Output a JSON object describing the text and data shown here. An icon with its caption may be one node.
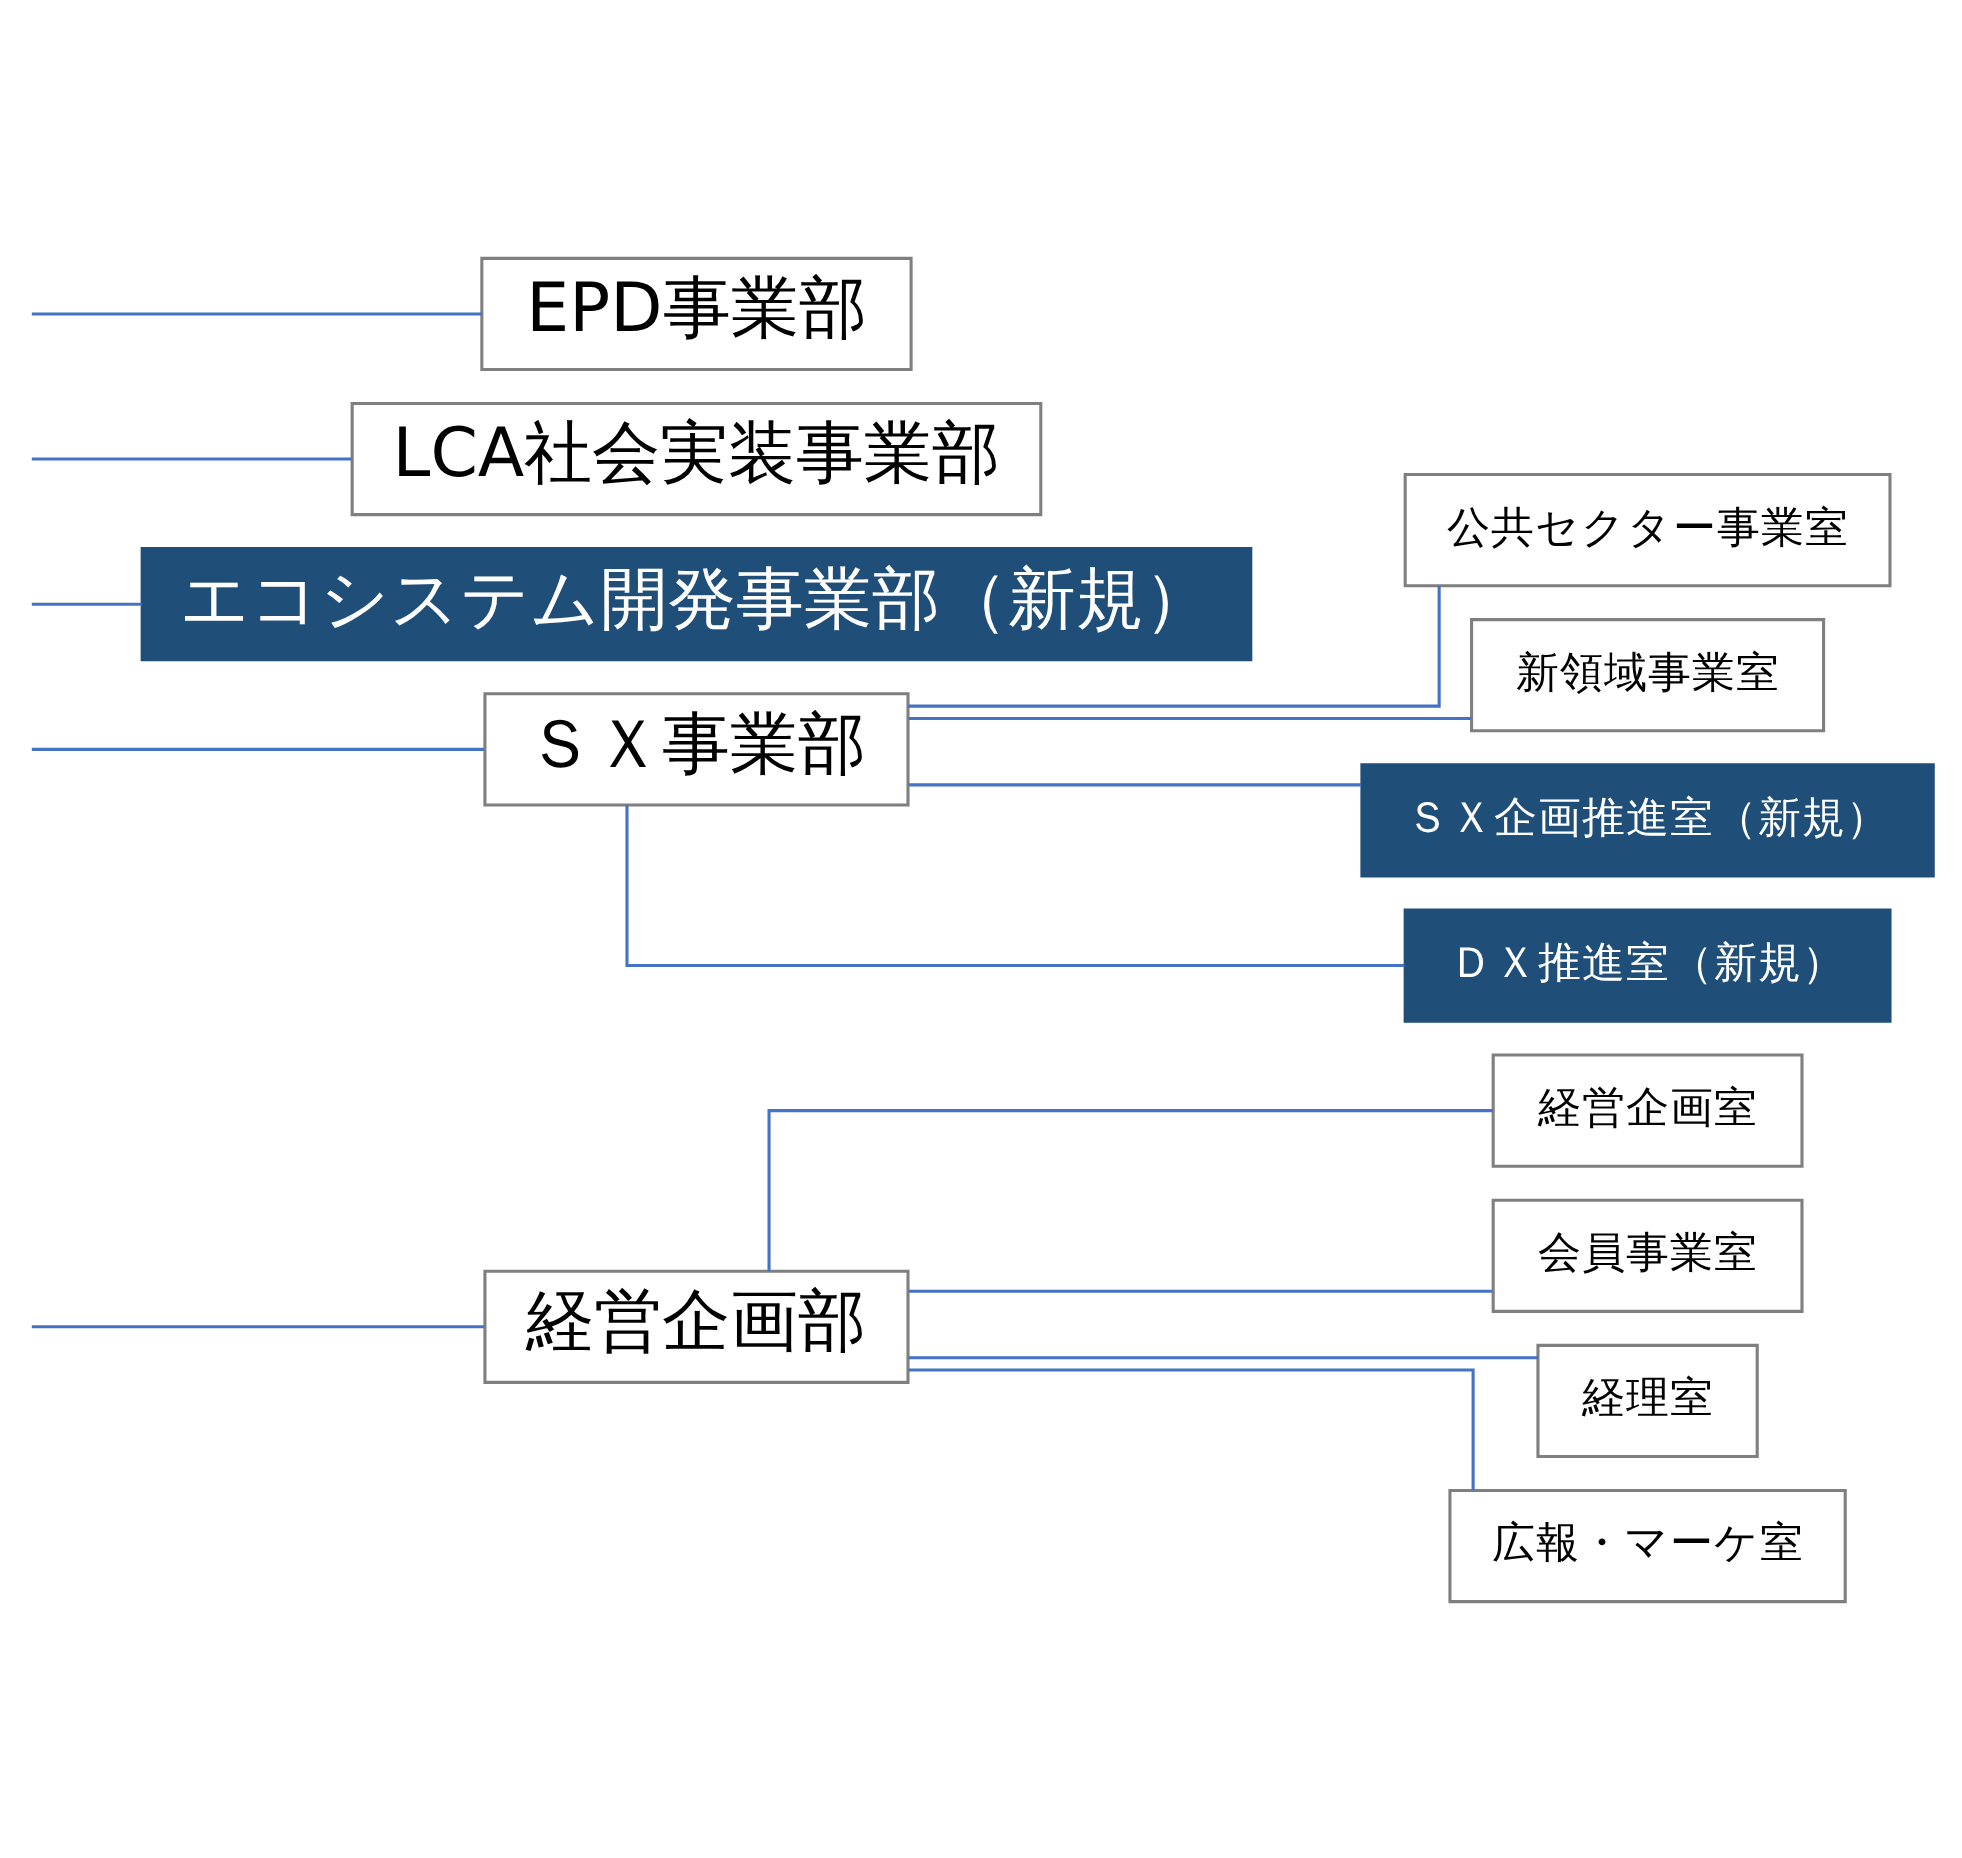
{
  "diagram": {
    "nodes": [
      {
        "text": [
          "経営企画部"
        ]
      },
      {
        "text": [
          "経営企画室"
        ]
      },
      {
        "text": [
          "会員事業室"
        ]
      },
      {
        "text": [
          "経理室"
        ]
      },
      {
        "text": [
          "広報・マーケ室"
        ]
      },
      {
        "text": [
          "ＳＸ事業部"
        ]
      },
      {
        "text": [
          "公共セクター事業室"
        ]
      },
      {
        "text": [
          "新領域事業室"
        ]
      },
      {
        "text": [
          "ＳＸ企画推進室（新規）"
        ]
      },
      {
        "text": [
          "ＤＸ推進室（新規）"
        ]
      },
      {
        "text": [
          "エコシステム開発事業部（新規）"
        ]
      },
      {
        "text": [
          "LCA社会実装事業部"
        ]
      },
      {
        "text": [
          "EPD事業部"
        ]
      }
    ],
    "edges": [
      {
        "from": 0,
        "to": 1,
        "arrow": "none"
      },
      {
        "from": 0,
        "to": 2,
        "arrow": "none"
      },
      {
        "from": 0,
        "to": 3,
        "arrow": "none"
      },
      {
        "from": 0,
        "to": 4,
        "arrow": "none"
      },
      {
        "from": 5,
        "to": 6,
        "arrow": "none"
      },
      {
        "from": 5,
        "to": 7,
        "arrow": "none"
      },
      {
        "from": 5,
        "to": 8,
        "arrow": "none"
      },
      {
        "from": 5,
        "to": 9,
        "arrow": "none"
      },
      {
        "from": null,
        "to": 0,
        "arrow": "none"
      },
      {
        "from": null,
        "to": 5,
        "arrow": "none"
      },
      {
        "from": null,
        "to": 10,
        "arrow": "none"
      },
      {
        "from": null,
        "to": 11,
        "arrow": "none"
      },
      {
        "from": null,
        "to": 12,
        "arrow": "none"
      }
    ]
  }
}
